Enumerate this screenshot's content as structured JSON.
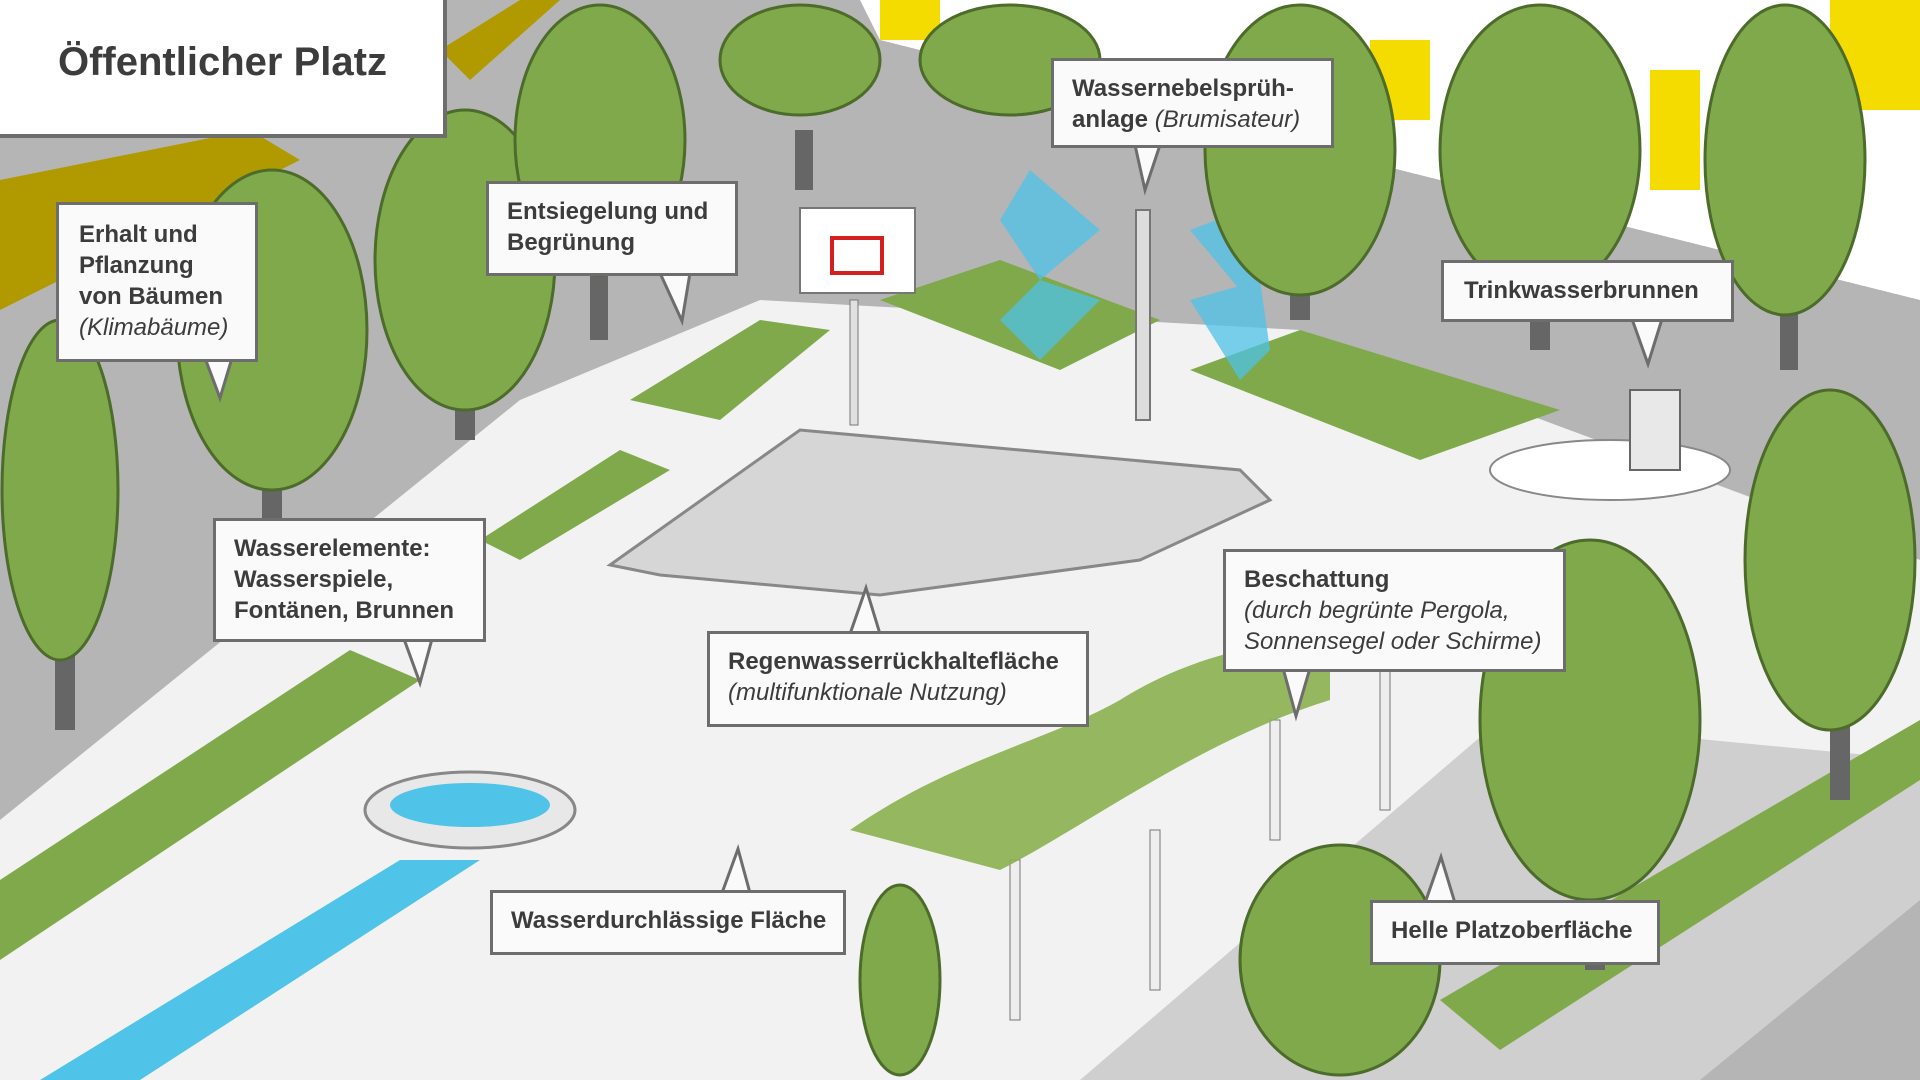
{
  "title": "Öffentlicher Platz",
  "callouts": {
    "trees": {
      "line1": "Erhalt und",
      "line2": "Pflanzung",
      "line3": "von Bäumen",
      "note": "(Klimabäume)"
    },
    "unsealing": {
      "line1": "Entsiegelung und",
      "line2": "Begrünung"
    },
    "mist": {
      "line1": "Wassernebelsprüh-",
      "line2": "anlage",
      "note": "(Brumisateur)"
    },
    "drinking": {
      "line1": "Trinkwasserbrunnen"
    },
    "water": {
      "line1": "Wasserelemente:",
      "line2": "Wasserspiele,",
      "line3": "Fontänen, Brunnen"
    },
    "rain": {
      "line1": "Regenwasserrückhaltefläche",
      "note": "(multifunktionale Nutzung)"
    },
    "shade": {
      "line1": "Beschattung",
      "note1": "(durch begrünte Pergola,",
      "note2": "Sonnensegel oder Schirme)"
    },
    "permeable": {
      "line1": "Wasserdurchlässige Fläche"
    },
    "bright": {
      "line1": "Helle Platzoberfläche"
    }
  },
  "colors": {
    "tree": "#7fa94a",
    "water": "#4fc3e8",
    "facade": "#f5dc00",
    "paving": "#f2f2f2",
    "road": "#a9a9a9"
  }
}
